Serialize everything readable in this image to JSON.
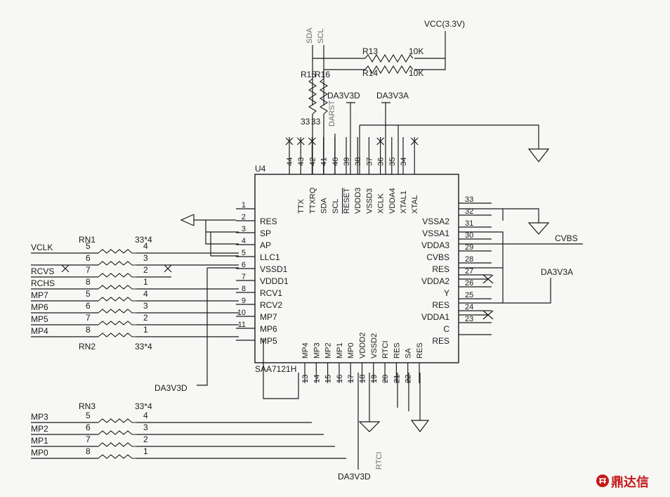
{
  "chip": {
    "ref": "U4",
    "part": "SAA7121H",
    "top_pins": [
      {
        "num": "44",
        "name": "",
        "nc": true
      },
      {
        "num": "43",
        "name": "TTX",
        "nc": true
      },
      {
        "num": "42",
        "name": "TTXRQ",
        "nc": true
      },
      {
        "num": "41",
        "name": "SDA",
        "nc": false
      },
      {
        "num": "40",
        "name": "SCL",
        "nc": false
      },
      {
        "num": "39",
        "name": "RESET",
        "nc": false
      },
      {
        "num": "38",
        "name": "VDDD3",
        "nc": false
      },
      {
        "num": "37",
        "name": "VSSD3",
        "nc": false
      },
      {
        "num": "36",
        "name": "XCLK",
        "nc": true
      },
      {
        "num": "35",
        "name": "VDDA4",
        "nc": false
      },
      {
        "num": "34",
        "name": "XTAL1",
        "nc": false
      },
      {
        "num": "",
        "name": "XTAL",
        "nc": true
      }
    ],
    "left_pins": [
      {
        "num": "1",
        "name": ""
      },
      {
        "num": "2",
        "name": "RES"
      },
      {
        "num": "3",
        "name": "SP"
      },
      {
        "num": "4",
        "name": "AP"
      },
      {
        "num": "5",
        "name": "LLC1"
      },
      {
        "num": "6",
        "name": "VSSD1"
      },
      {
        "num": "7",
        "name": "VDDD1"
      },
      {
        "num": "8",
        "name": "RCV1"
      },
      {
        "num": "9",
        "name": "RCV2"
      },
      {
        "num": "10",
        "name": "MP7"
      },
      {
        "num": "11",
        "name": "MP6"
      },
      {
        "num": "",
        "name": "MP5"
      }
    ],
    "right_pins": [
      {
        "num": "33",
        "name": ""
      },
      {
        "num": "32",
        "name": "VSSA2"
      },
      {
        "num": "31",
        "name": "VSSA1"
      },
      {
        "num": "30",
        "name": "VDDA3"
      },
      {
        "num": "29",
        "name": "CVBS"
      },
      {
        "num": "28",
        "name": "RES"
      },
      {
        "num": "27",
        "name": "VDDA2"
      },
      {
        "num": "26",
        "name": "Y"
      },
      {
        "num": "25",
        "name": "RES"
      },
      {
        "num": "24",
        "name": "VDDA1"
      },
      {
        "num": "23",
        "name": "C"
      },
      {
        "num": "",
        "name": "RES"
      }
    ],
    "bottom_pins": [
      {
        "num": "13",
        "name": "MP4"
      },
      {
        "num": "14",
        "name": "MP3"
      },
      {
        "num": "15",
        "name": "MP2"
      },
      {
        "num": "16",
        "name": "MP1"
      },
      {
        "num": "17",
        "name": "MP0"
      },
      {
        "num": "18",
        "name": "VDDD2"
      },
      {
        "num": "19",
        "name": "VSSD2"
      },
      {
        "num": "20",
        "name": "RTCI"
      },
      {
        "num": "21",
        "name": "RES"
      },
      {
        "num": "22",
        "name": "SA"
      },
      {
        "num": "",
        "name": "RES"
      }
    ]
  },
  "top_section": {
    "sda": "SDA",
    "scl": "SCL",
    "vcc": "VCC(3.3V)",
    "r13": "R13",
    "r14": "R14",
    "r13_val": "10K",
    "r14_val": "10K",
    "r15": "R15",
    "r16": "R16",
    "r15_val": "33",
    "r16_val": "33",
    "darst": "DARST",
    "da3v3d": "DA3V3D",
    "da3v3a": "DA3V3A"
  },
  "right_section": {
    "cvbs": "CVBS",
    "da3v3a": "DA3V3A"
  },
  "left_section": {
    "da3v3d": "DA3V3D",
    "rn1": "RN1",
    "rn1_val": "33*4",
    "rn1_nets": [
      "VCLK",
      "",
      "RCVS",
      "RCHS"
    ],
    "rn2": "RN2",
    "rn2_val": "33*4",
    "rn2_nets": [
      "MP7",
      "MP6",
      "MP5",
      "MP4"
    ],
    "rn3": "RN3",
    "rn3_val": "33*4",
    "rn3_nets": [
      "MP3",
      "MP2",
      "MP1",
      "MP0"
    ],
    "pin_left": [
      "5",
      "6",
      "7",
      "8"
    ],
    "pin_right": [
      "4",
      "3",
      "2",
      "1"
    ]
  },
  "bottom_section": {
    "rtci": "RTCI",
    "da3v3d": "DA3V3D"
  },
  "watermark": {
    "text": "鼎达信",
    "color": "#c41a1a"
  }
}
